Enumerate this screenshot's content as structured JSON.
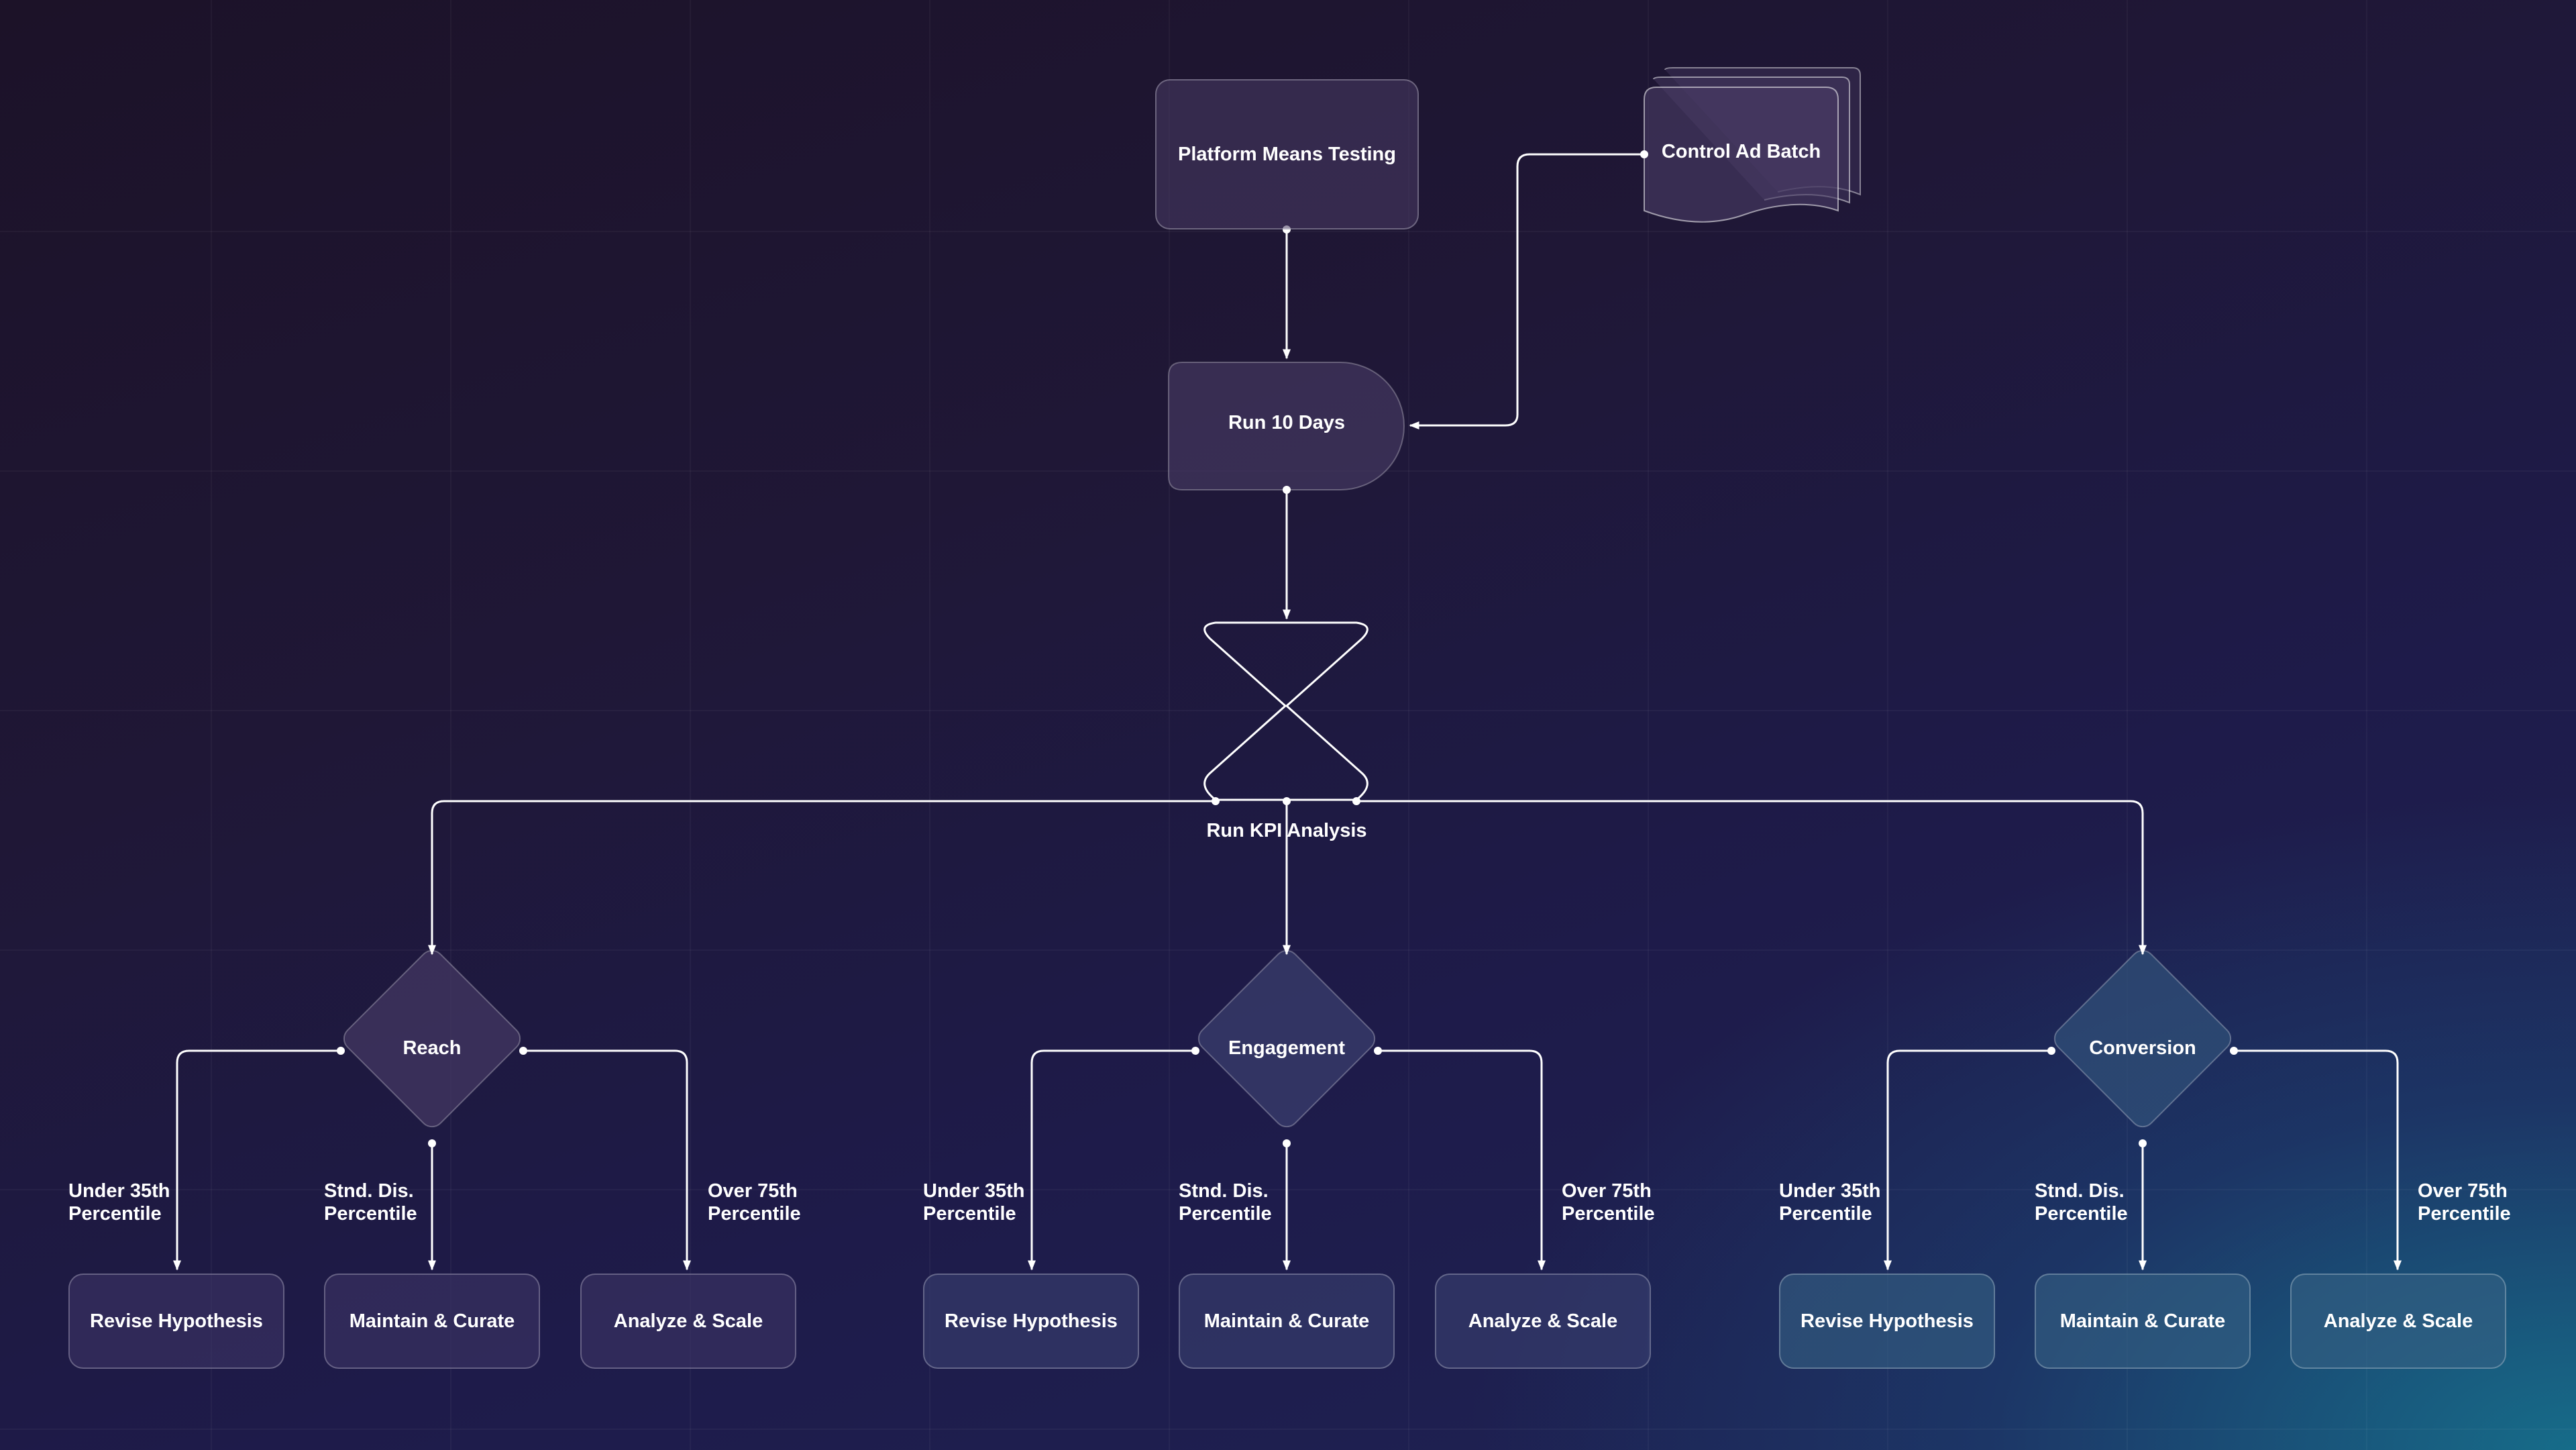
{
  "nodes": {
    "platform": "Platform Means Testing",
    "control": "Control Ad Batch",
    "run10": "Run 10 Days",
    "kpi": "Run KPI Analysis",
    "reach": "Reach",
    "engagement": "Engagement",
    "conversion": "Conversion"
  },
  "groups": [
    {
      "under": [
        "Under 35th",
        "Percentile"
      ],
      "std": [
        "Stnd. Dis.",
        "Percentile"
      ],
      "over": [
        "Over 75th",
        "Percentile"
      ],
      "leaves": [
        "Revise Hypothesis",
        "Maintain & Curate",
        "Analyze & Scale"
      ]
    },
    {
      "under": [
        "Under 35th",
        "Percentile"
      ],
      "std": [
        "Stnd. Dis.",
        "Percentile"
      ],
      "over": [
        "Over 75th",
        "Percentile"
      ],
      "leaves": [
        "Revise Hypothesis",
        "Maintain & Curate",
        "Analyze & Scale"
      ]
    },
    {
      "under": [
        "Under 35th",
        "Percentile"
      ],
      "std": [
        "Stnd. Dis.",
        "Percentile"
      ],
      "over": [
        "Over 75th",
        "Percentile"
      ],
      "leaves": [
        "Revise Hypothesis",
        "Maintain & Curate",
        "Analyze & Scale"
      ]
    }
  ]
}
